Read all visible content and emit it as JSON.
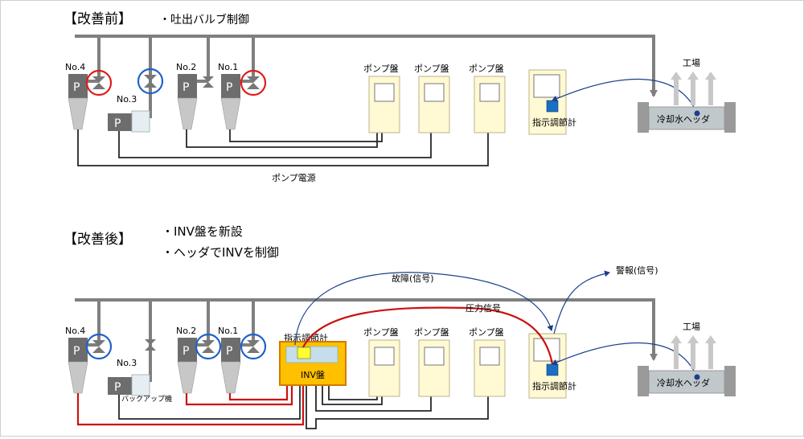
{
  "before": {
    "title": "【改善前】",
    "bullet": "・吐出バルブ制御",
    "pumps": [
      "No.4",
      "No.3",
      "No.2",
      "No.1"
    ],
    "pump_letter": "P",
    "panels": [
      "ポンプ盤",
      "ポンプ盤",
      "ポンプ盤"
    ],
    "controller": "指示調節計",
    "header": "冷却水ヘッダ",
    "factory": "工場",
    "power": "ポンプ電源"
  },
  "after": {
    "title": "【改善後】",
    "bullet1": "・INV盤を新設",
    "bullet2": "・ヘッダでINVを制御",
    "pumps": [
      "No.4",
      "No.3",
      "No.2",
      "No.1"
    ],
    "pump_letter": "P",
    "backup": "バックアップ機",
    "inv_controller": "指示調節計",
    "inv_label": "INV盤",
    "panels": [
      "ポンプ盤",
      "ポンプ盤",
      "ポンプ盤"
    ],
    "controller": "指示調節計",
    "header": "冷却水ヘッダ",
    "factory": "工場",
    "fault": "故障(信号)",
    "alarm": "警報(信号)",
    "pressure": "圧力信号"
  },
  "colors": {
    "accent_red": "#e01b1b",
    "accent_blue": "#1f62c9",
    "inv_panel": "#ffc000",
    "pump_panel": "#fff9d4"
  }
}
